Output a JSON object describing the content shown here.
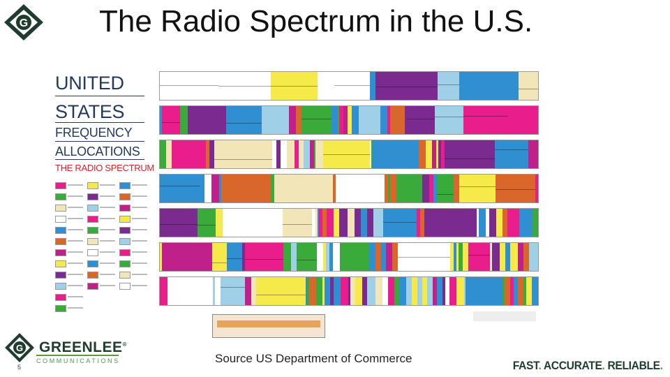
{
  "slide": {
    "title": "The Radio Spectrum in the U.S.",
    "source": "Source US Department of Commerce",
    "slide_number": "5"
  },
  "poster": {
    "side_words": [
      "UNITED",
      "STATES",
      "FREQUENCY",
      "ALLOCATIONS",
      "THE RADIO SPECTRUM"
    ]
  },
  "brand": {
    "name": "GREENLEE",
    "registered": "®",
    "sub": "COMMUNICATIONS",
    "tagline_parts": [
      "FAST",
      "ACCURATE",
      "RELIABLE"
    ],
    "tagline_sep": ".",
    "green": "#5a9a3a",
    "dark": "#1f3d2e"
  },
  "colors": {
    "palette": [
      "#e91e8c",
      "#f6e94a",
      "#2f8fd0",
      "#3aaa3a",
      "#7b2b90",
      "#d9662b",
      "#f2e6b8",
      "#9fd0e8",
      "#c0208a",
      "#ffffff"
    ]
  }
}
